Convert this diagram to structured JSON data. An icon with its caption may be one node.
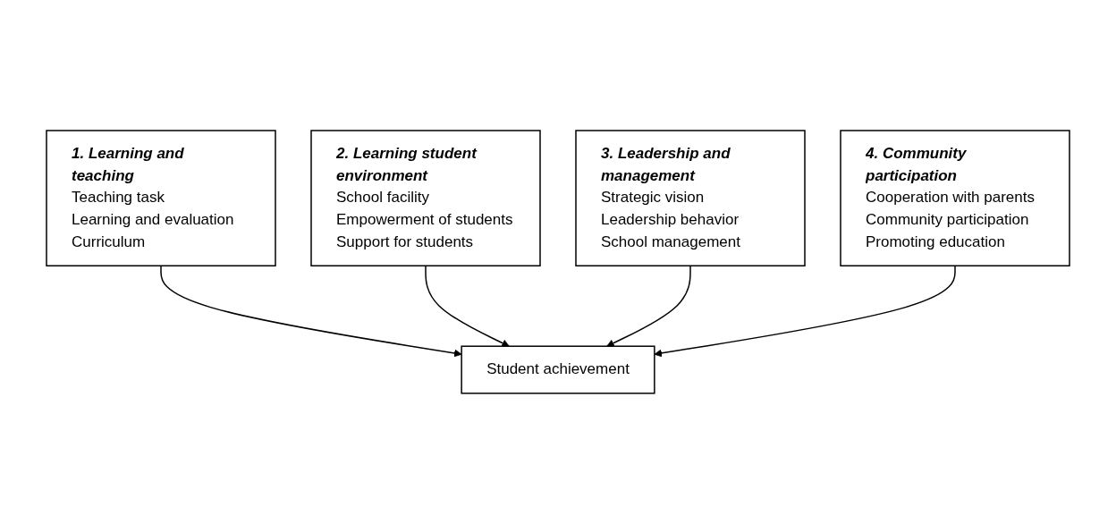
{
  "diagram": {
    "nodes": [
      {
        "text": [
          "1. Learning and teaching",
          "Teaching task",
          "Learning and evaluation",
          "Curriculum"
        ]
      },
      {
        "text": [
          "2. Learning student environment",
          "School facility",
          "Empowerment of students",
          "Support for students"
        ]
      },
      {
        "text": [
          "Student achievement"
        ]
      },
      {
        "text": [
          "3. Leadership and management",
          "Strategic vision",
          "Leadership behavior",
          "School management"
        ]
      },
      {
        "text": [
          "4. Community participation",
          "Cooperation with parents",
          "Community participation",
          "Promoting education"
        ]
      }
    ],
    "edges": [
      {
        "from": 0,
        "to": 2,
        "arrow": "to"
      },
      {
        "from": 1,
        "to": 2,
        "arrow": "to"
      },
      {
        "from": 3,
        "to": 2,
        "arrow": "to"
      },
      {
        "from": 4,
        "to": 2,
        "arrow": "to"
      }
    ]
  }
}
